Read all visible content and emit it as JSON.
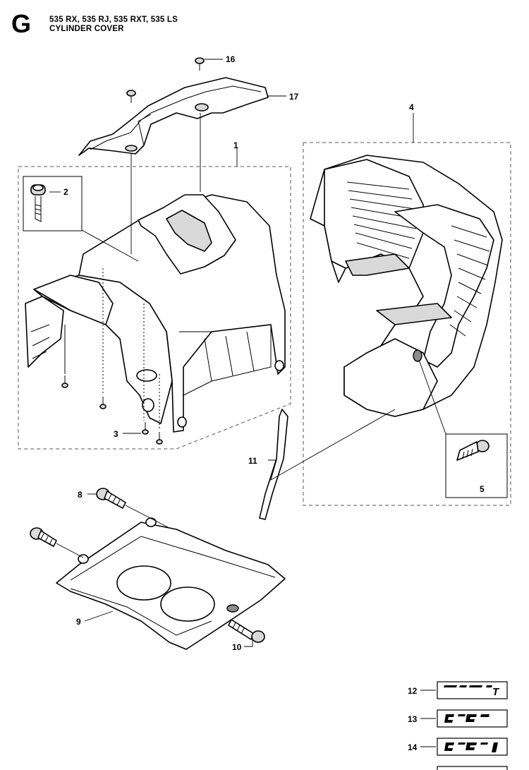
{
  "header": {
    "section_letter": "G",
    "models": "535 RX, 535 RJ, 535 RXT, 535 LS",
    "title": "CYLINDER COVER"
  },
  "callouts": {
    "c1": "1",
    "c2": "2",
    "c3": "3",
    "c4": "4",
    "c5": "5",
    "c8": "8",
    "c9": "9",
    "c10": "10",
    "c11": "11",
    "c12": "12",
    "c13": "13",
    "c14": "14",
    "c16": "16",
    "c17": "17"
  },
  "decals": {
    "d12": "T",
    "d13": "",
    "d14": ""
  },
  "colors": {
    "line": "#000000",
    "fill_light": "#d9d9d9",
    "fill_dark": "#8c8c8c",
    "dashed_box": "#555555"
  }
}
